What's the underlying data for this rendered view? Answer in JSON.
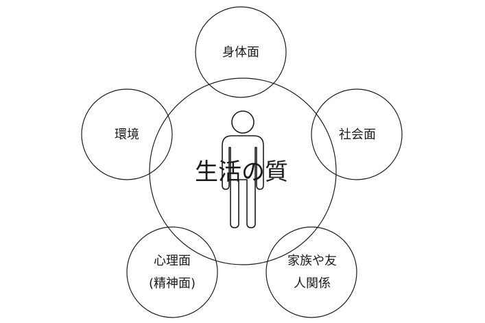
{
  "center": {
    "label": "生活の質"
  },
  "satellites": [
    {
      "id": "physical",
      "lines": [
        "身体面"
      ]
    },
    {
      "id": "social",
      "lines": [
        "社会面"
      ]
    },
    {
      "id": "family",
      "lines": [
        "家族や友",
        "人関係"
      ]
    },
    {
      "id": "psychological",
      "lines": [
        "心理面",
        "(精神面)"
      ]
    },
    {
      "id": "environment",
      "lines": [
        "環境"
      ]
    }
  ],
  "icons": {
    "center_figure": "person-icon"
  },
  "colors": {
    "stroke": "#1a1a1a",
    "background": "#ffffff"
  }
}
